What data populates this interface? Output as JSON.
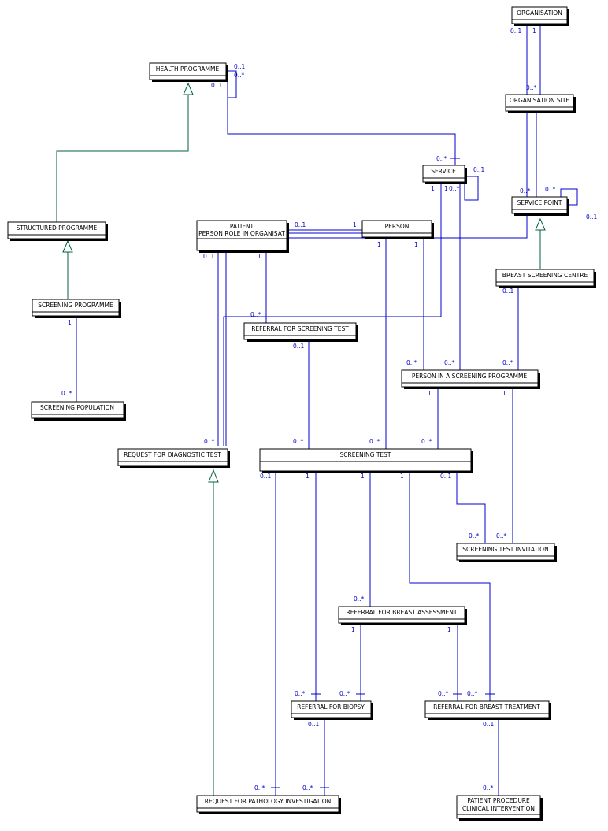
{
  "entities": {
    "organisation": "ORGANISATION",
    "health_programme": "HEALTH PROGRAMME",
    "organisation_site": "ORGANISATION SITE",
    "service": "SERVICE",
    "service_point": "SERVICE POINT",
    "structured_programme": "STRUCTURED PROGRAMME",
    "patient_line1": "PATIENT",
    "patient_line2": "PERSON ROLE IN ORGANISAT",
    "person": "PERSON",
    "breast_screening_centre": "BREAST SCREENING CENTRE",
    "screening_programme": "SCREENING PROGRAMME",
    "referral_for_screening_test": "REFERRAL FOR SCREENING TEST",
    "person_in_a_screening_programme": "PERSON IN A SCREENING PROGRAMME",
    "screening_population": "SCREENING POPULATION",
    "request_for_diagnostic_test": "REQUEST FOR DIAGNOSTIC TEST",
    "screening_test": "SCREENING TEST",
    "screening_test_invitation": "SCREENING TEST INVITATION",
    "referral_for_breast_assessment": "REFERRAL FOR BREAST ASSESSMENT",
    "referral_for_biopsy": "REFERRAL FOR BIOPSY",
    "referral_for_breast_treatment": "REFERRAL FOR BREAST TREATMENT",
    "request_for_pathology_investigation": "REQUEST FOR PATHOLOGY INVESTIGATION",
    "patient_procedure_line1": "PATIENT PROCEDURE",
    "patient_procedure_line2": "CLINICAL INTERVENTION"
  },
  "cardinalities": {
    "org_to_site_zero_one": "0..1",
    "org_to_site_one": "1",
    "site_from_org_many": "0..*",
    "hp_self_a": "0..1",
    "hp_self_b": "0..*",
    "hp_to_service": "0..1",
    "service_from_hp": "0..*",
    "service_self_a": "0..1",
    "service_self_b": "1",
    "service_one_a": "1",
    "service_self_c": "0..*",
    "sp_from_site": "0..*",
    "sp_self_a": "0..*",
    "sp_self_b": "0..1",
    "patient_to_person": "0..1",
    "person_to_patient": "1",
    "patient_bottom_a": "0..1",
    "patient_bottom_b": "1",
    "person_bottom_a": "1",
    "person_bottom_b": "1",
    "bsc_bottom": "0..1",
    "scrprog_bottom": "1",
    "rfst_top": "0..*",
    "rfst_bottom": "0..1",
    "pisp_top_a": "0..*",
    "pisp_top_b": "0..*",
    "pisp_top_c": "0..*",
    "pisp_bottom_a": "1",
    "pisp_bottom_b": "1",
    "scrpop_top": "0..*",
    "rdt_top": "0..*",
    "st_top_a": "0..*",
    "st_top_b": "0..*",
    "st_top_c": "0..*",
    "st_bottom_a": "0..1",
    "st_bottom_b": "1",
    "st_bottom_c": "1",
    "st_bottom_d": "1",
    "st_bottom_e": "0..1",
    "sti_top_a": "0..*",
    "sti_top_b": "0..*",
    "rfba_top": "0..*",
    "rfba_bottom_a": "1",
    "rfba_bottom_b": "1",
    "rfb_top_a": "0..*",
    "rfb_top_b": "0..*",
    "rfb_bottom": "0..1",
    "rfbt_top_a": "0..*",
    "rfbt_top_b": "0..*",
    "rfbt_bottom": "0..1",
    "rpi_top_a": "0..*",
    "rpi_top_b": "0..*",
    "pp_top": "0..*"
  }
}
